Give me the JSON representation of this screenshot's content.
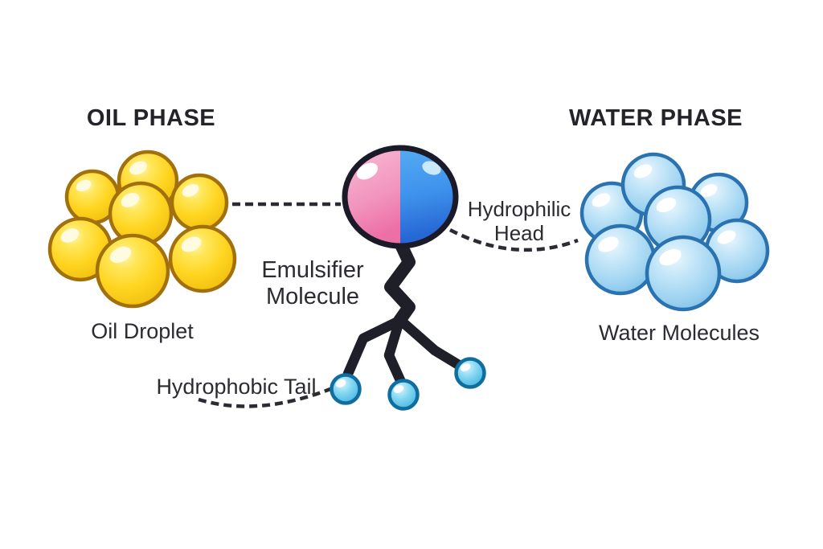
{
  "diagram": {
    "left_section": {
      "title": "OIL PHASE",
      "caption": "Oil Droplet",
      "droplet_count": 7
    },
    "right_section": {
      "title": "WATER PHASE",
      "caption": "Water Molecules",
      "molecule_count": 7
    },
    "center": {
      "molecule_label_line1": "Emulsifier",
      "molecule_label_line2": "Molecule",
      "head_label_line1": "Hydrophilic",
      "head_label_line2": "Head",
      "tail_label": "Hydrophobic Tail",
      "tail_ball_count": 3
    },
    "colors": {
      "background": "#FFFFFF",
      "text": "#28282E",
      "oil_fill": "#FFD41E",
      "oil_outline": "#A2700D",
      "water_fill": "#A5D7F2",
      "water_outline": "#2B72B0",
      "head_pink": "#EE79AE",
      "head_blue": "#2B70D8",
      "head_outline": "#1A1A28",
      "tail_stroke": "#1F1F2A",
      "tail_ball_fill": "#50C0EA",
      "tail_ball_outline": "#0F6E9E",
      "dashed_line": "#2B2B33"
    }
  }
}
